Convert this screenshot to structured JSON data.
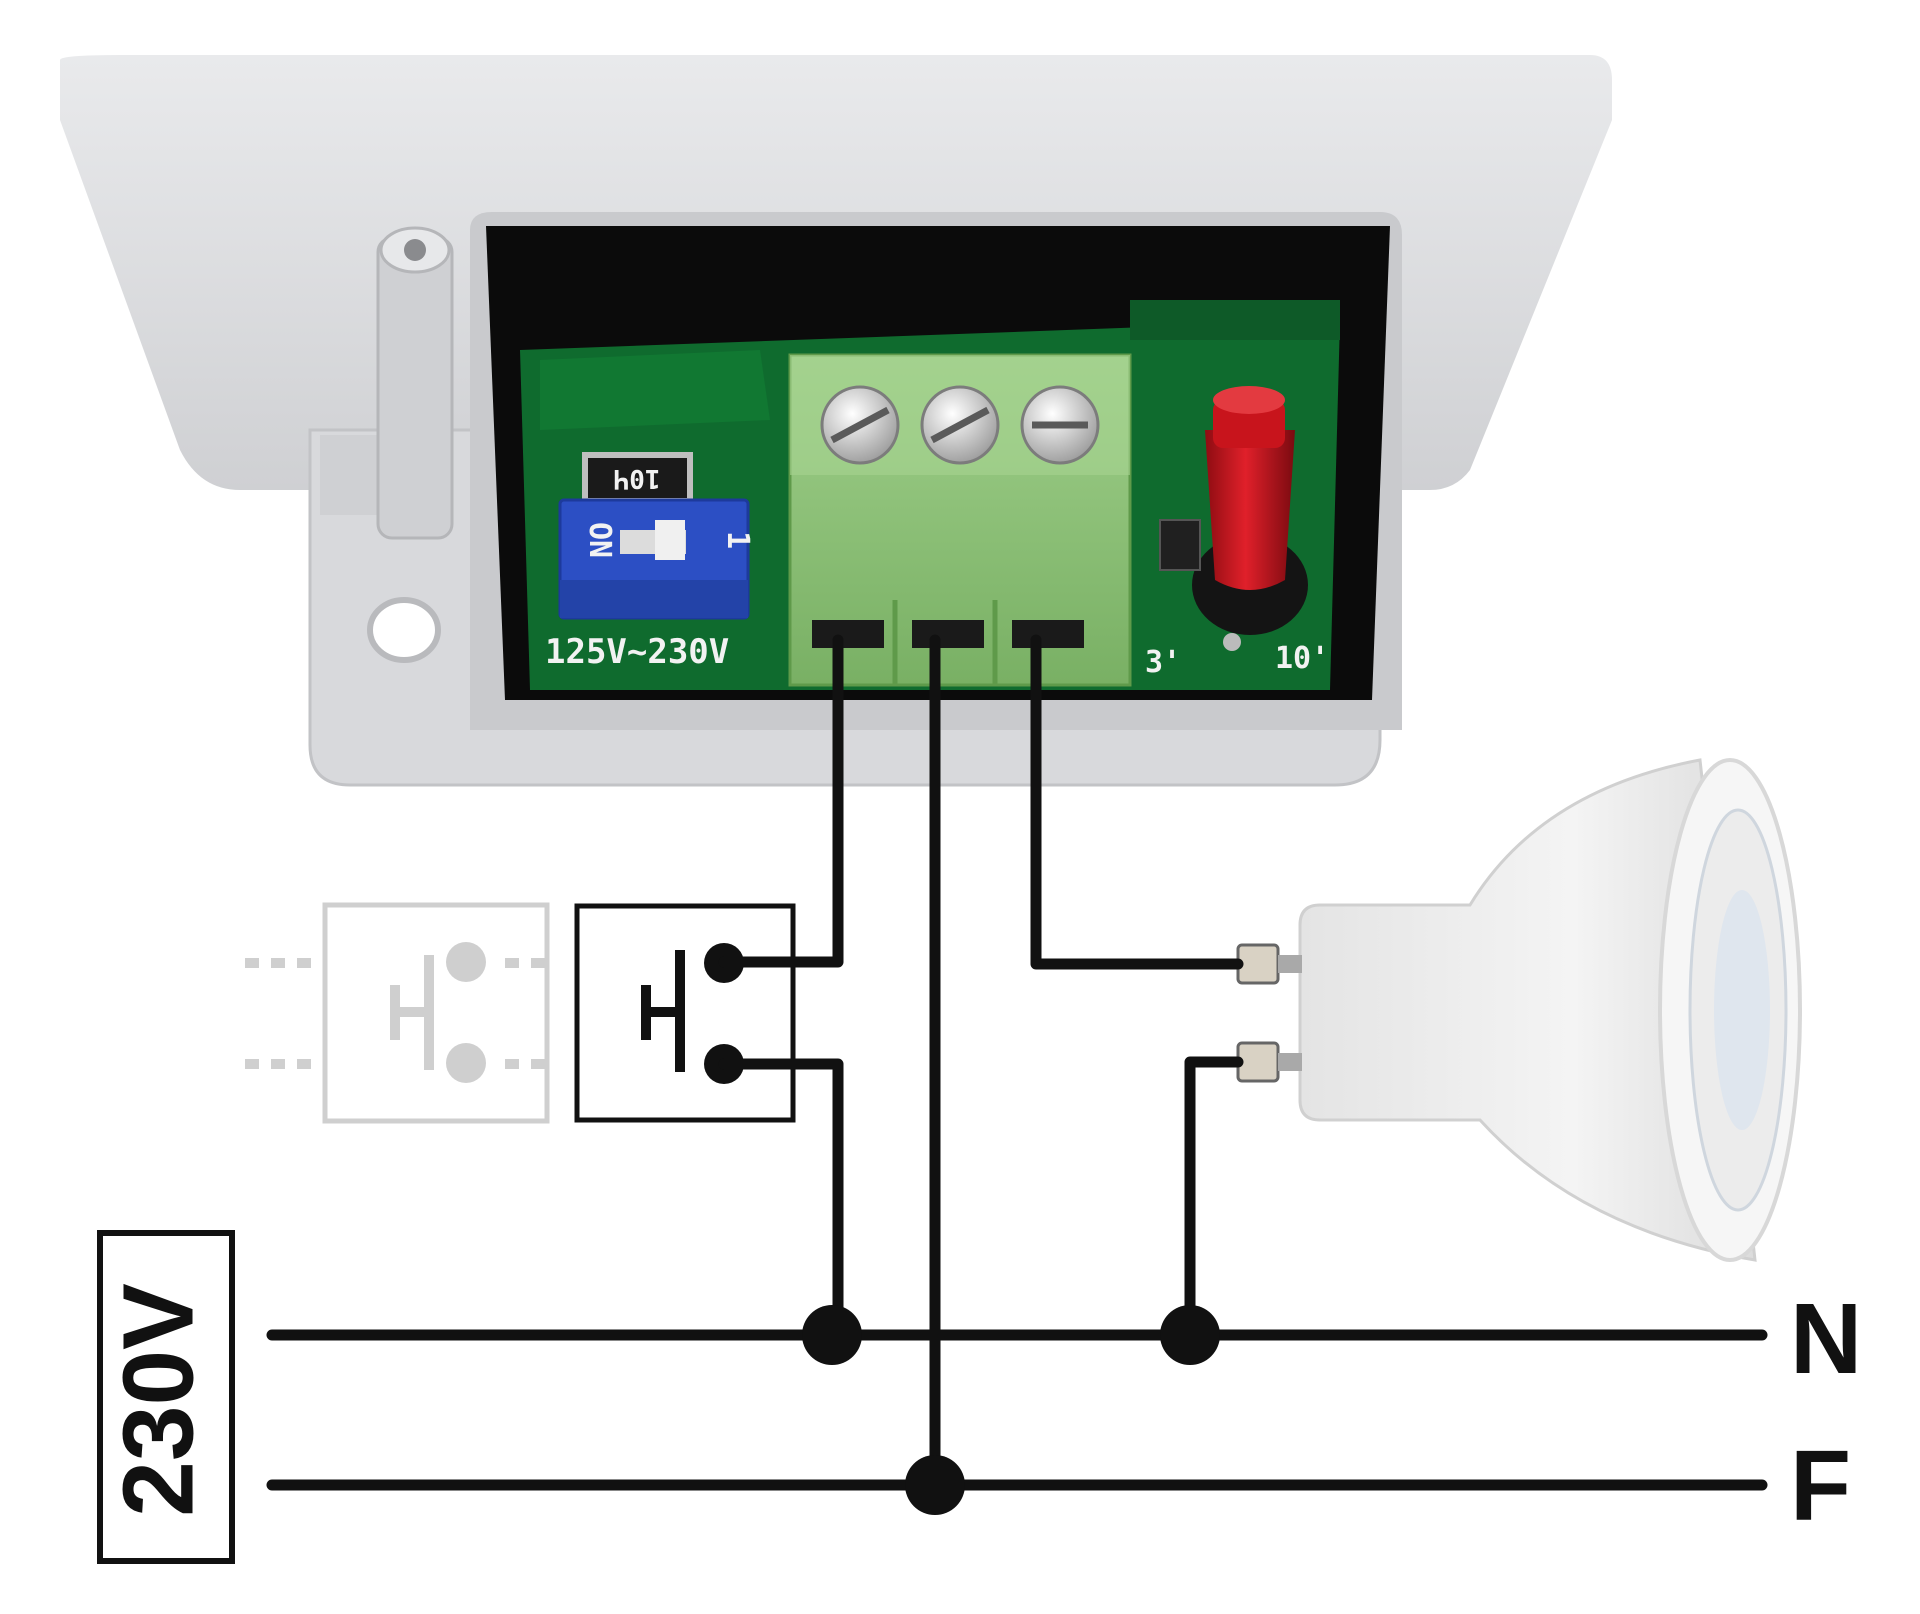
{
  "device": {
    "dip_switch": {
      "on_label": "ON",
      "position_label": "1"
    },
    "resistor_code": "10Ч",
    "voltage_range_label": "125V~230V",
    "timer_scale": {
      "min_label": "3'",
      "max_label": "10'"
    }
  },
  "mains": {
    "voltage_label": "230V",
    "neutral_label": "N",
    "phase_label": "F"
  },
  "colors": {
    "wire": "#111111",
    "pcb": "#0f6b2e",
    "terminal_block": "#8cc07a",
    "dip_switch": "#2c4fc4",
    "potentiometer_knob": "#c8141c",
    "enclosure": "#dedfe1",
    "ghost_switch": "#cfcfcf"
  }
}
